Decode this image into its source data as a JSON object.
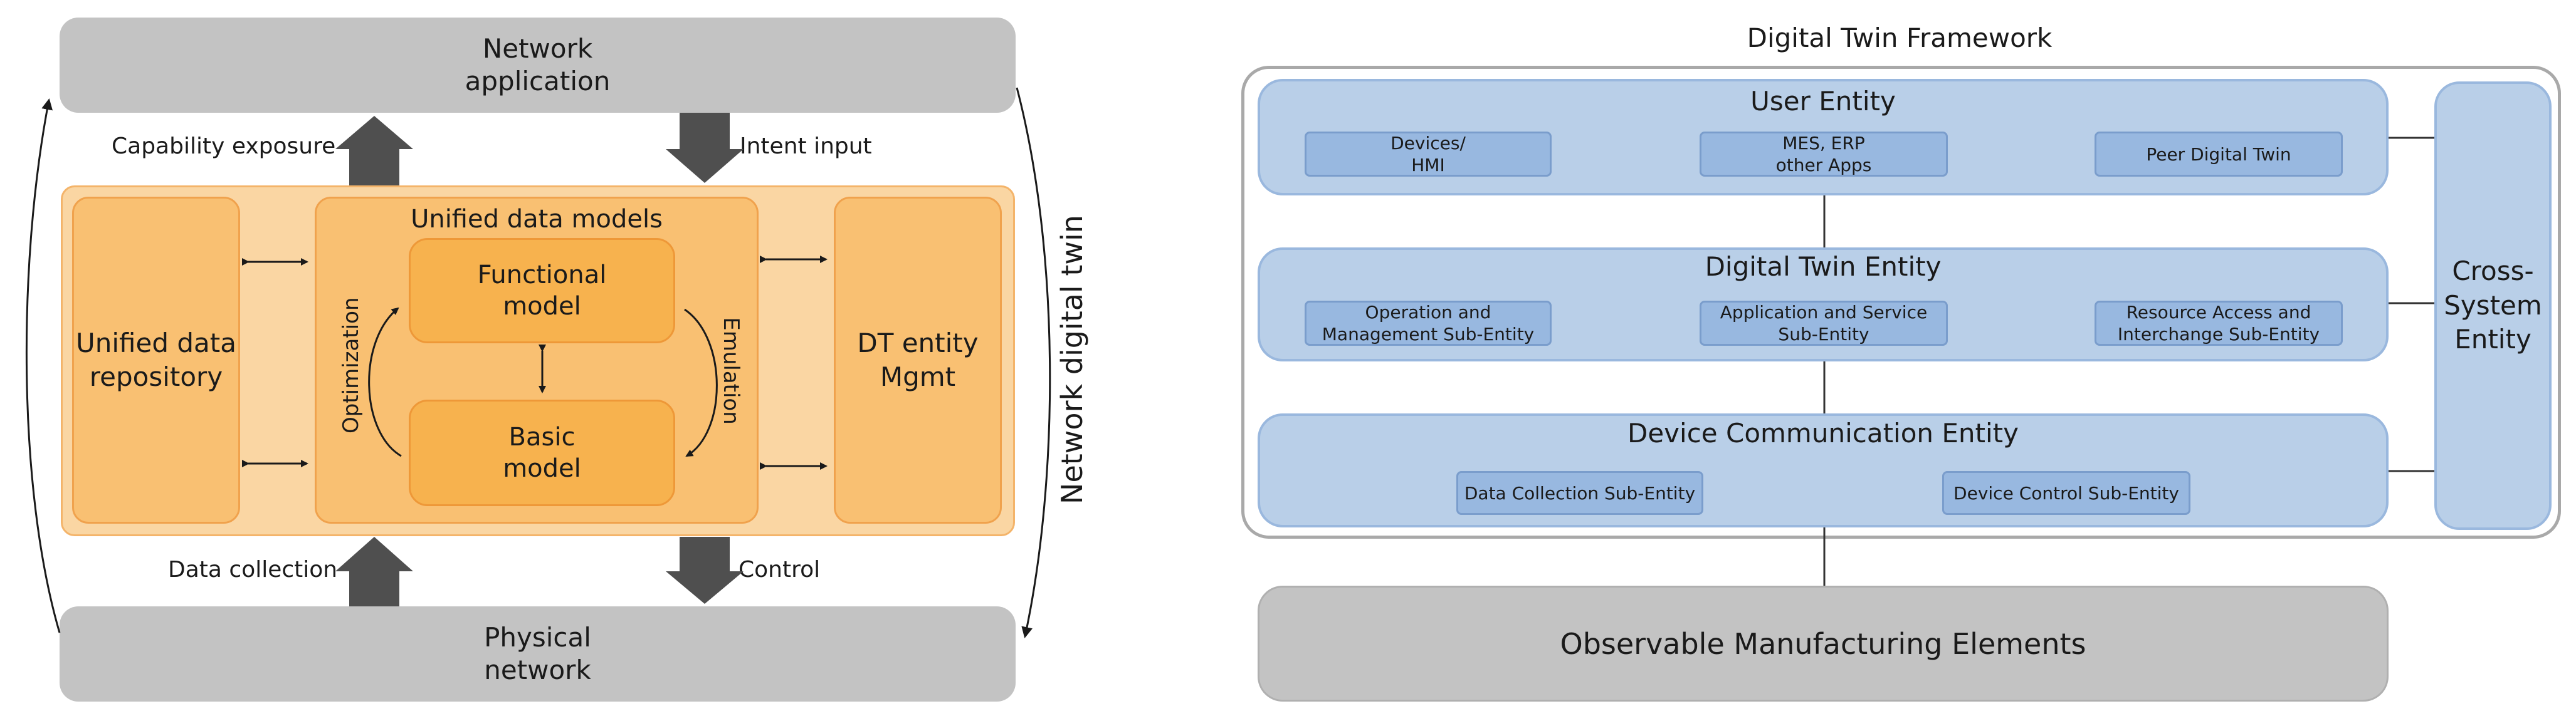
{
  "left_diagram": {
    "top_box": "Network\napplication",
    "bottom_box": "Physical\nnetwork",
    "capability_exposure": "Capability exposure",
    "intent_input": "Intent input",
    "data_collection": "Data collection",
    "control": "Control",
    "left_block": "Unified data\nrepository",
    "right_block": "DT entity\nMgmt",
    "center_title": "Unified data models",
    "functional_model": "Functional\nmodel",
    "basic_model": "Basic\nmodel",
    "optimization": "Optimization",
    "emulation": "Emulation",
    "side_label": "Network digital twin"
  },
  "right_diagram": {
    "title": "Digital Twin Framework",
    "user_entity": {
      "title": "User Entity",
      "items": [
        "Devices/\nHMI",
        "MES, ERP\nother Apps",
        "Peer Digital Twin"
      ]
    },
    "dt_entity": {
      "title": "Digital Twin Entity",
      "items": [
        "Operation and\nManagement Sub-Entity",
        "Application and Service\nSub-Entity",
        "Resource Access and\nInterchange Sub-Entity"
      ]
    },
    "device_entity": {
      "title": "Device Communication Entity",
      "items": [
        "Data Collection Sub-Entity",
        "Device Control Sub-Entity"
      ]
    },
    "cross_system": "Cross-\nSystem\nEntity",
    "observable": "Observable Manufacturing Elements"
  },
  "colors": {
    "gray_box": "#c3c3c3",
    "orange_light": "#fad6a3",
    "orange_mid": "#f9c072",
    "orange_dark": "#f7b24e",
    "blue_entity": "#b9cfe8",
    "blue_sub": "#98b8e0",
    "arrow_gray": "#4f4f4f"
  }
}
